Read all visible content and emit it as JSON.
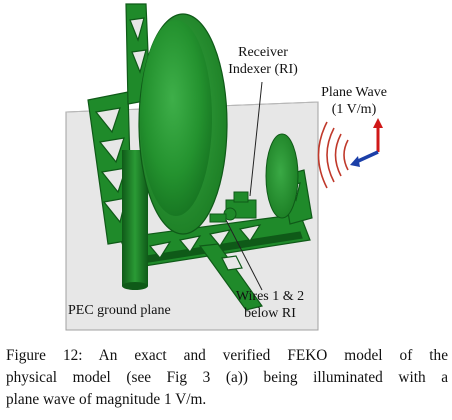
{
  "figure": {
    "labels": {
      "receiver_line1": "Receiver",
      "receiver_line2": "Indexer (RI)",
      "plane_wave_line1": "Plane Wave",
      "plane_wave_line2": "(1 V/m)",
      "wires_line1": "Wires 1 & 2",
      "wires_line2": "below RI",
      "ground_plane": "PEC ground plane"
    },
    "colors": {
      "background": "#ffffff",
      "ground_plane": "#e6e6e6",
      "ground_edge": "#9a9a9a",
      "model_green": "#1f8a2a",
      "model_green_dark": "#0f5a18",
      "model_green_light": "#3fb04a",
      "wave_red": "#c0392b",
      "arrow_red": "#d01818",
      "arrow_blue": "#1b3fa8"
    }
  },
  "caption": {
    "line1": "Figure 12:  An exact and verified FEKO model of the",
    "line2": "physical model (see Fig 3 (a)) being illuminated with a",
    "line3": "plane wave of magnitude 1 V/m."
  }
}
